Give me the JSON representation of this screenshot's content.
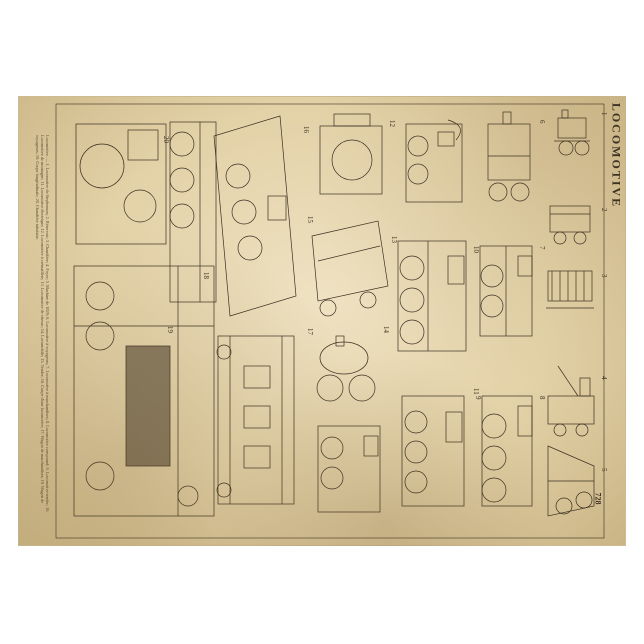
{
  "page": {
    "title": "LOCOMOTIVE",
    "page_number": "728",
    "side_caption": "Locomotive. — 1. Locomotive de Stephenson; 2. Réservoir; 3. Chaudière; 4. Foyer; 5. Machine de 1829; 6. Locomotive à voyageurs; 7. Locomotive à marchandises; 8. Locomotive compound; 9. Locomotive-tender; 10. Locomotive de montagne; 11. Locomotive électrique; 12. Locomotive à crémaillère; 13. Locomotive de vitesse; 14. Locomobile; 15. Tender; 16. Coupe d'une locomotive; 17. Wagon de marchandises; 18. Wagon de voyageurs; 19. Coupe longitudinale; 20. Chaudière tubulaire."
  },
  "figure_numbers": [
    "1",
    "2",
    "3",
    "4",
    "5",
    "6",
    "7",
    "8",
    "9",
    "10",
    "11",
    "12",
    "13",
    "14",
    "15",
    "16",
    "17",
    "18",
    "19",
    "20"
  ],
  "colors": {
    "ink": "#3b2f22",
    "paper": "#e6d5ad",
    "paper_edge": "#c9b484"
  }
}
